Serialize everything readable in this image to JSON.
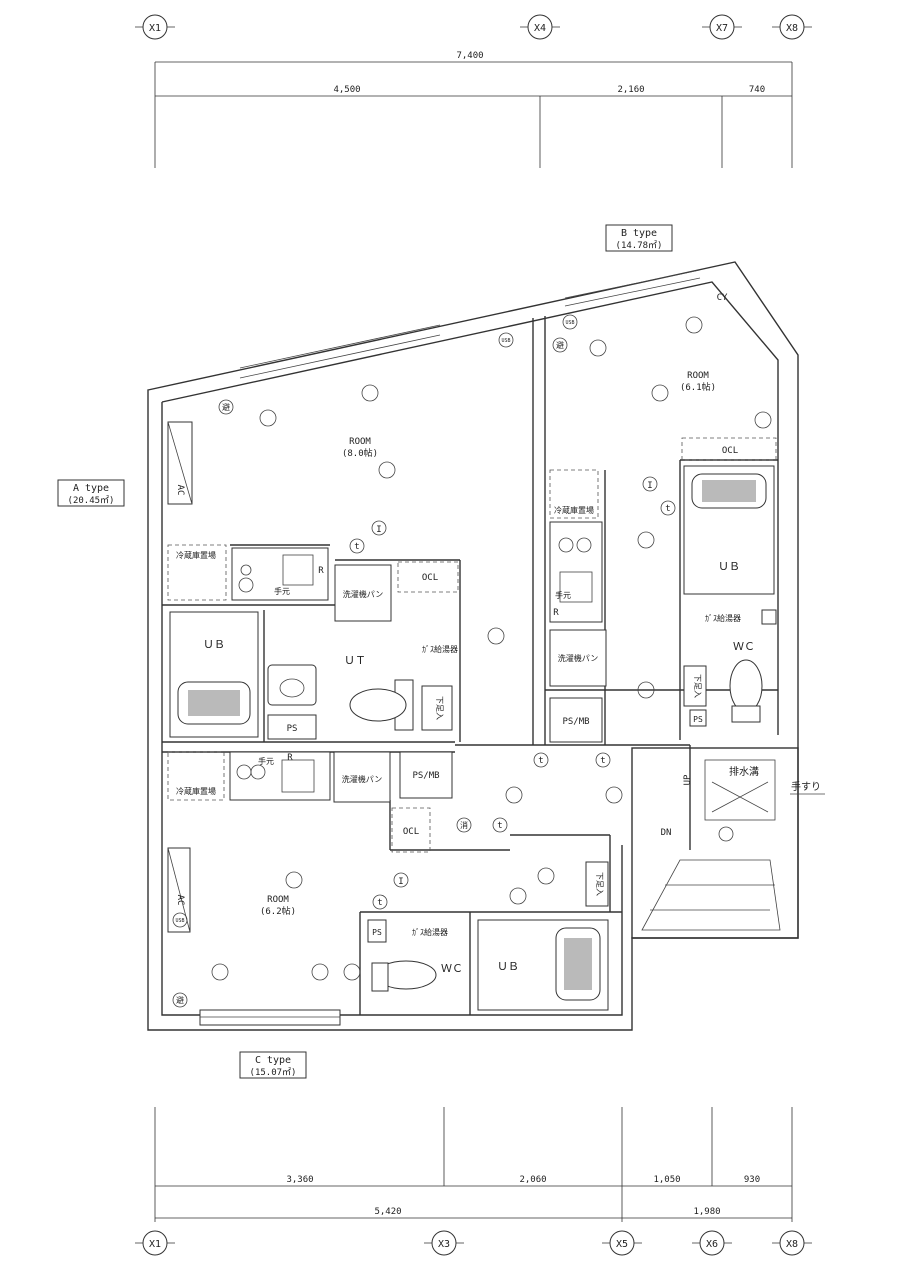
{
  "grid_top": [
    "X1",
    "X4",
    "X7",
    "X8"
  ],
  "grid_bottom": [
    "X1",
    "X3",
    "X5",
    "X6",
    "X8"
  ],
  "dims_top": {
    "total": "7,400",
    "a": "4,500",
    "b": "2,160",
    "c": "740"
  },
  "dims_bottom": {
    "a": "3,360",
    "b": "2,060",
    "c": "1,050",
    "d": "930",
    "total_a": "5,420",
    "total_b": "1,980"
  },
  "types": {
    "a": {
      "name": "A type",
      "area": "(20.45㎡)"
    },
    "b": {
      "name": "B type",
      "area": "(14.78㎡)"
    },
    "c": {
      "name": "C type",
      "area": "(15.07㎡)"
    }
  },
  "rooms": {
    "a": {
      "name": "ROOM",
      "size": "(8.0帖)"
    },
    "b": {
      "name": "ROOM",
      "size": "(6.1帖)"
    },
    "c": {
      "name": "ROOM",
      "size": "(6.2帖)"
    }
  },
  "labels": {
    "ub": "ＵＢ",
    "ut": "ＵＴ",
    "wc": "ＷＣ",
    "ocl": "OCL",
    "ps": "PS",
    "psmb": "PS/MB",
    "washer": "洗濯機パン",
    "fridge": "冷蔵庫置場",
    "heater": "ｶﾞｽ給湯器",
    "gesui": "下足入",
    "ac": "AC",
    "up": "UP",
    "dn": "DN",
    "drain": "排水溝",
    "handrail": "手すり",
    "r": "R",
    "temoto": "手元",
    "i": "I",
    "t": "t",
    "cy": "CY",
    "hinan": "避",
    "usb": "USB",
    "sho": "消"
  }
}
